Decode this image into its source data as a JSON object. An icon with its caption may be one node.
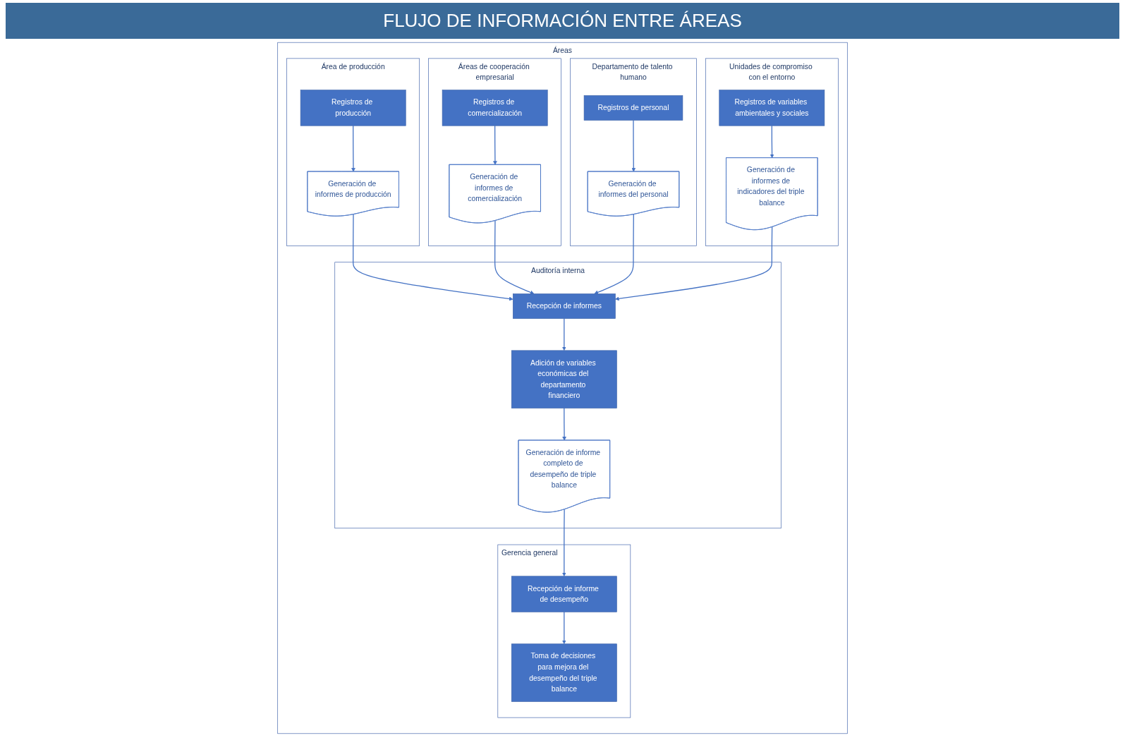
{
  "diagram": {
    "title": "FLUJO DE INFORMACIÓN ENTRE ÁREAS",
    "nodes": [
      {
        "text": [
          "Áreas"
        ]
      },
      {
        "text": [
          "Área de producción"
        ],
        "in": 0
      },
      {
        "text": [
          "Áreas de cooperación empresarial"
        ],
        "in": 0
      },
      {
        "text": [
          "Departamento de talento humano"
        ],
        "in": 0
      },
      {
        "text": [
          "Unidades de compromiso con el entorno"
        ],
        "in": 0
      },
      {
        "text": [
          "Auditoría interna"
        ],
        "in": 0
      },
      {
        "text": [
          "Gerencia general"
        ],
        "in": 0
      },
      {
        "text": [
          "Registros de producción"
        ],
        "in": 1
      },
      {
        "text": [
          "Generación de informes de producción"
        ],
        "in": 1
      },
      {
        "text": [
          "Registros de comercialización"
        ],
        "in": 2
      },
      {
        "text": [
          "Generación de informes de comercialización"
        ],
        "in": 2
      },
      {
        "text": [
          "Registros de personal"
        ],
        "in": 3
      },
      {
        "text": [
          "Generación de informes del personal"
        ],
        "in": 3
      },
      {
        "text": [
          "Registros de variables ambientales y sociales"
        ],
        "in": 4
      },
      {
        "text": [
          "Generación de informes de indicadores del triple balance"
        ],
        "in": 4
      },
      {
        "text": [
          "Recepción de informes"
        ],
        "in": 5
      },
      {
        "text": [
          "Adición de variables económicas del departamento financiero"
        ],
        "in": 5
      },
      {
        "text": [
          "Generación de informe completo de desempeño de triple balance"
        ],
        "in": 5
      },
      {
        "text": [
          "Recepción de informe de desempeño"
        ],
        "in": 6
      },
      {
        "text": [
          "Toma de decisiones para mejora del desempeño del triple balance"
        ],
        "in": 6
      }
    ],
    "edges": [
      {
        "from": 7,
        "to": 8,
        "arrow": "to"
      },
      {
        "from": 9,
        "to": 10,
        "arrow": "to"
      },
      {
        "from": 11,
        "to": 12,
        "arrow": "to"
      },
      {
        "from": 13,
        "to": 14,
        "arrow": "to"
      },
      {
        "from": 8,
        "to": 15,
        "arrow": "to"
      },
      {
        "from": 10,
        "to": 15,
        "arrow": "to"
      },
      {
        "from": 12,
        "to": 15,
        "arrow": "to"
      },
      {
        "from": 14,
        "to": 15,
        "arrow": "to"
      },
      {
        "from": 15,
        "to": 16,
        "arrow": "to"
      },
      {
        "from": 16,
        "to": 17,
        "arrow": "to"
      },
      {
        "from": 17,
        "to": 18,
        "arrow": "to"
      },
      {
        "from": 18,
        "to": 19,
        "arrow": "to"
      }
    ]
  }
}
